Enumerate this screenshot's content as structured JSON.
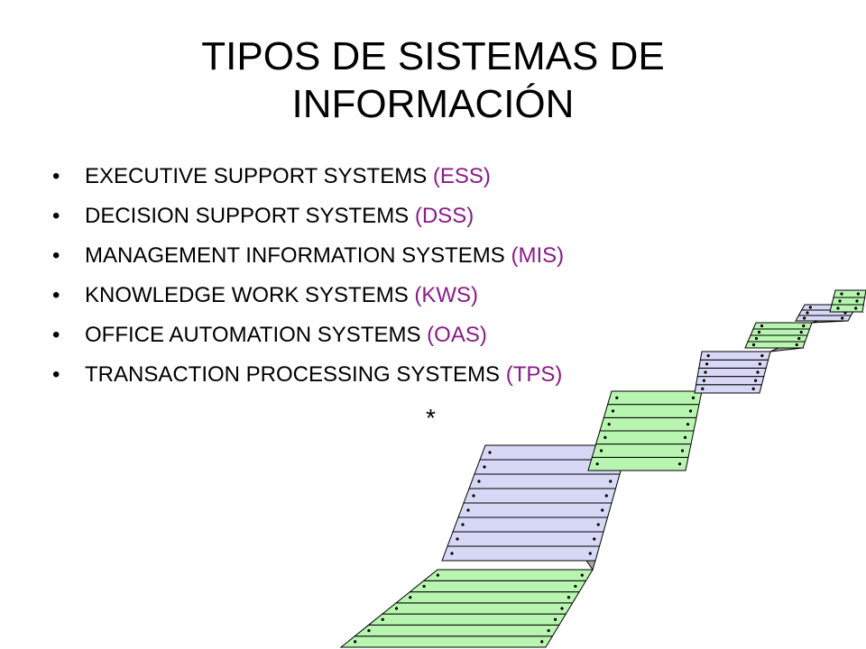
{
  "title": {
    "line1": "TIPOS DE SISTEMAS DE",
    "line2": "INFORMACIÓN"
  },
  "bullets": [
    {
      "text": "EXECUTIVE SUPPORT SYSTEMS ",
      "acronym": "(ESS)"
    },
    {
      "text": "DECISION SUPPORT SYSTEMS ",
      "acronym": "(DSS)"
    },
    {
      "text": "MANAGEMENT INFORMATION SYSTEMS ",
      "acronym": "(MIS)"
    },
    {
      "text": "KNOWLEDGE WORK SYSTEMS ",
      "acronym": "(KWS)"
    },
    {
      "text": "OFFICE AUTOMATION SYSTEMS ",
      "acronym": "(OAS)"
    },
    {
      "text": "TRANSACTION PROCESSING SYSTEMS ",
      "acronym": "(TPS)"
    }
  ],
  "star": "*",
  "colors": {
    "acronym": "#8b1a89",
    "paper_green": "#b8f5b0",
    "paper_lavender": "#d6d8f5",
    "fold_gray": "#a8a8a8"
  },
  "decoration": {
    "icon": "continuous-form-paper-staircase-icon"
  }
}
